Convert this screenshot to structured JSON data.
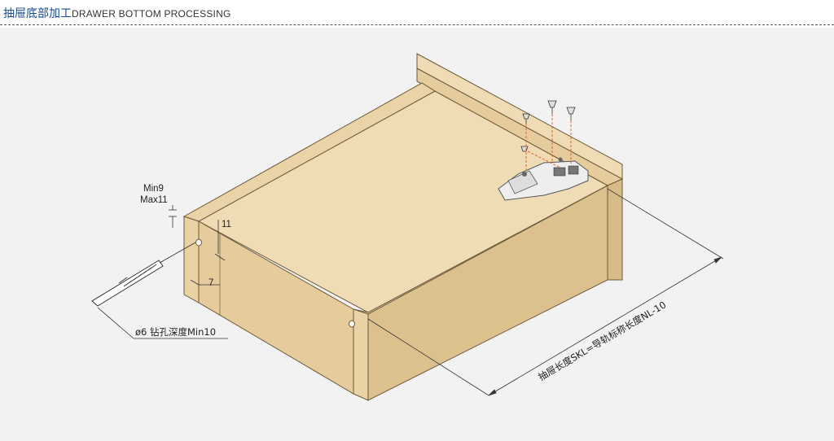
{
  "header": {
    "title_cn": "抽屉底部加工",
    "title_en": "DRAWER BOTTOM PROCESSING"
  },
  "labels": {
    "min_depth": "Min9",
    "max_depth": "Max11",
    "dim_11": "11",
    "dim_7": "7",
    "drill_note": "ø6 钻孔深度Min10",
    "length_note": "抽屉长度SKL=导轨标称长度NL-10"
  },
  "colors": {
    "wood_light": "#f0dcb4",
    "wood_mid": "#e6cc9d",
    "wood_dark": "#dcc08e",
    "outline": "#6b5a3a",
    "guide_dash": "#e0602a",
    "accent_title": "#1a4a8a"
  }
}
